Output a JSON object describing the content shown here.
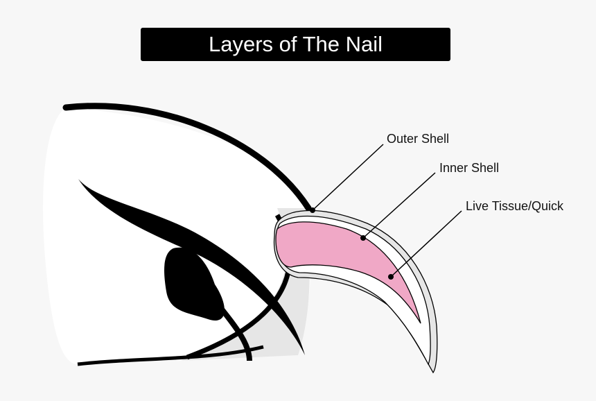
{
  "title": "Layers of The Nail",
  "labels": {
    "outer_shell": "Outer Shell",
    "inner_shell": "Inner Shell",
    "quick": "Live Tissue/Quick"
  },
  "colors": {
    "background": "#f7f7f7",
    "outer_shell": "#e6e6e6",
    "inner_shell": "#ffffff",
    "quick": "#f0a8c6",
    "outline": "#000000"
  }
}
